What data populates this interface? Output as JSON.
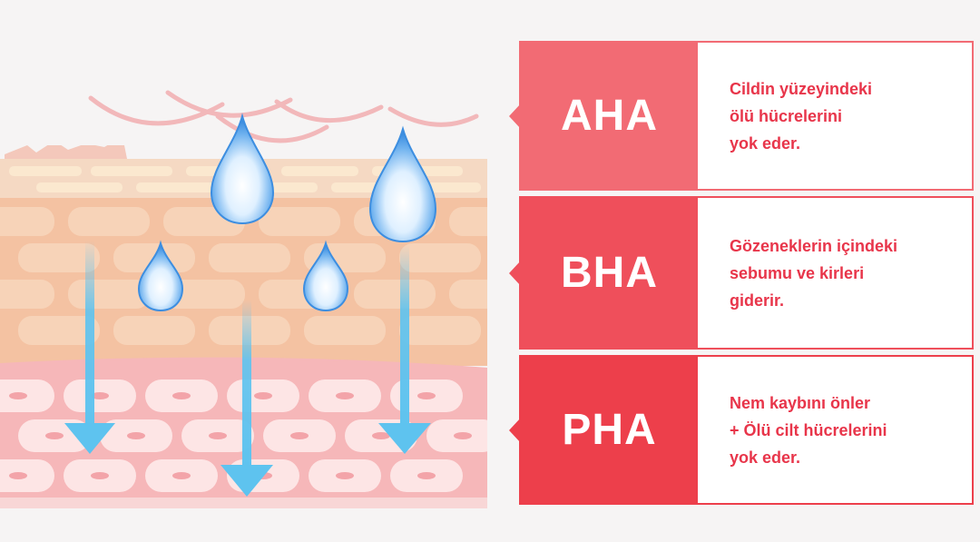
{
  "illustration": {
    "description_icon": "skin-layers-with-droplets-icon",
    "colors": {
      "background": "#f6f4f4",
      "flake": "#f2b8ba",
      "surface_top": "#f4d2c2",
      "surface_band": "#f7e4c8",
      "epidermis": "#f6c9a9",
      "epidermis_cell": "#f8d8bf",
      "dermis": "#f7b9bc",
      "dermis_cell": "#fde6e6",
      "dermis_nucleus": "#f4a6ab",
      "arrow": "#5ec3ef",
      "drop": "#3d8ee0"
    }
  },
  "acids": [
    {
      "name": "AHA",
      "description": "Cildin yüzeyindeki\nölü hücrelerini\nyok eder.",
      "accent_color": "#f26b74",
      "text_color": "#e8354a"
    },
    {
      "name": "BHA",
      "description": "Gözeneklerin içindeki\nsebumu ve kirleri\ngiderir.",
      "accent_color": "#ef4f5b",
      "text_color": "#e8354a"
    },
    {
      "name": "PHA",
      "description": "Nem kaybını önler\n+ Ölü cilt hücrelerini\nyok eder.",
      "accent_color": "#ed3f4b",
      "text_color": "#e8354a"
    }
  ]
}
